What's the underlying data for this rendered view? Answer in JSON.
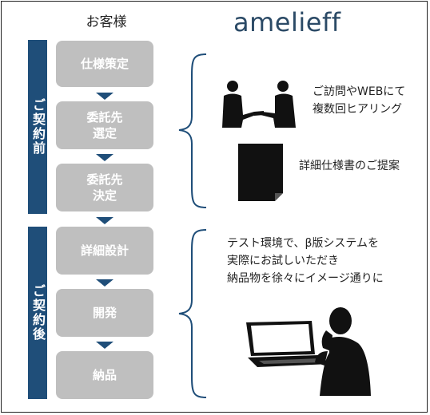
{
  "header": {
    "customer_label": "お客様",
    "brand_name": "amelieff"
  },
  "phases": {
    "before": "ご契約前",
    "after": "ご契約後"
  },
  "steps": {
    "spec": "仕様策定",
    "select_line1": "委託先",
    "select_line2": "選定",
    "decide_line1": "委託先",
    "decide_line2": "決定",
    "detail_design": "詳細設計",
    "development": "開発",
    "delivery": "納品"
  },
  "notes": {
    "hearing_line1": "ご訪問やWEBにて",
    "hearing_line2": "複数回ヒアリング",
    "proposal": "詳細仕様書のご提案",
    "trial_line1": "テスト環境で、β版システムを",
    "trial_line2": "実際にお試しいただき",
    "trial_line3": "納品物を徐々にイメージ通りに"
  },
  "colors": {
    "phase_bar": "#1f4e79",
    "step_box": "#bfbfbf",
    "brand": "#2b4a66"
  }
}
